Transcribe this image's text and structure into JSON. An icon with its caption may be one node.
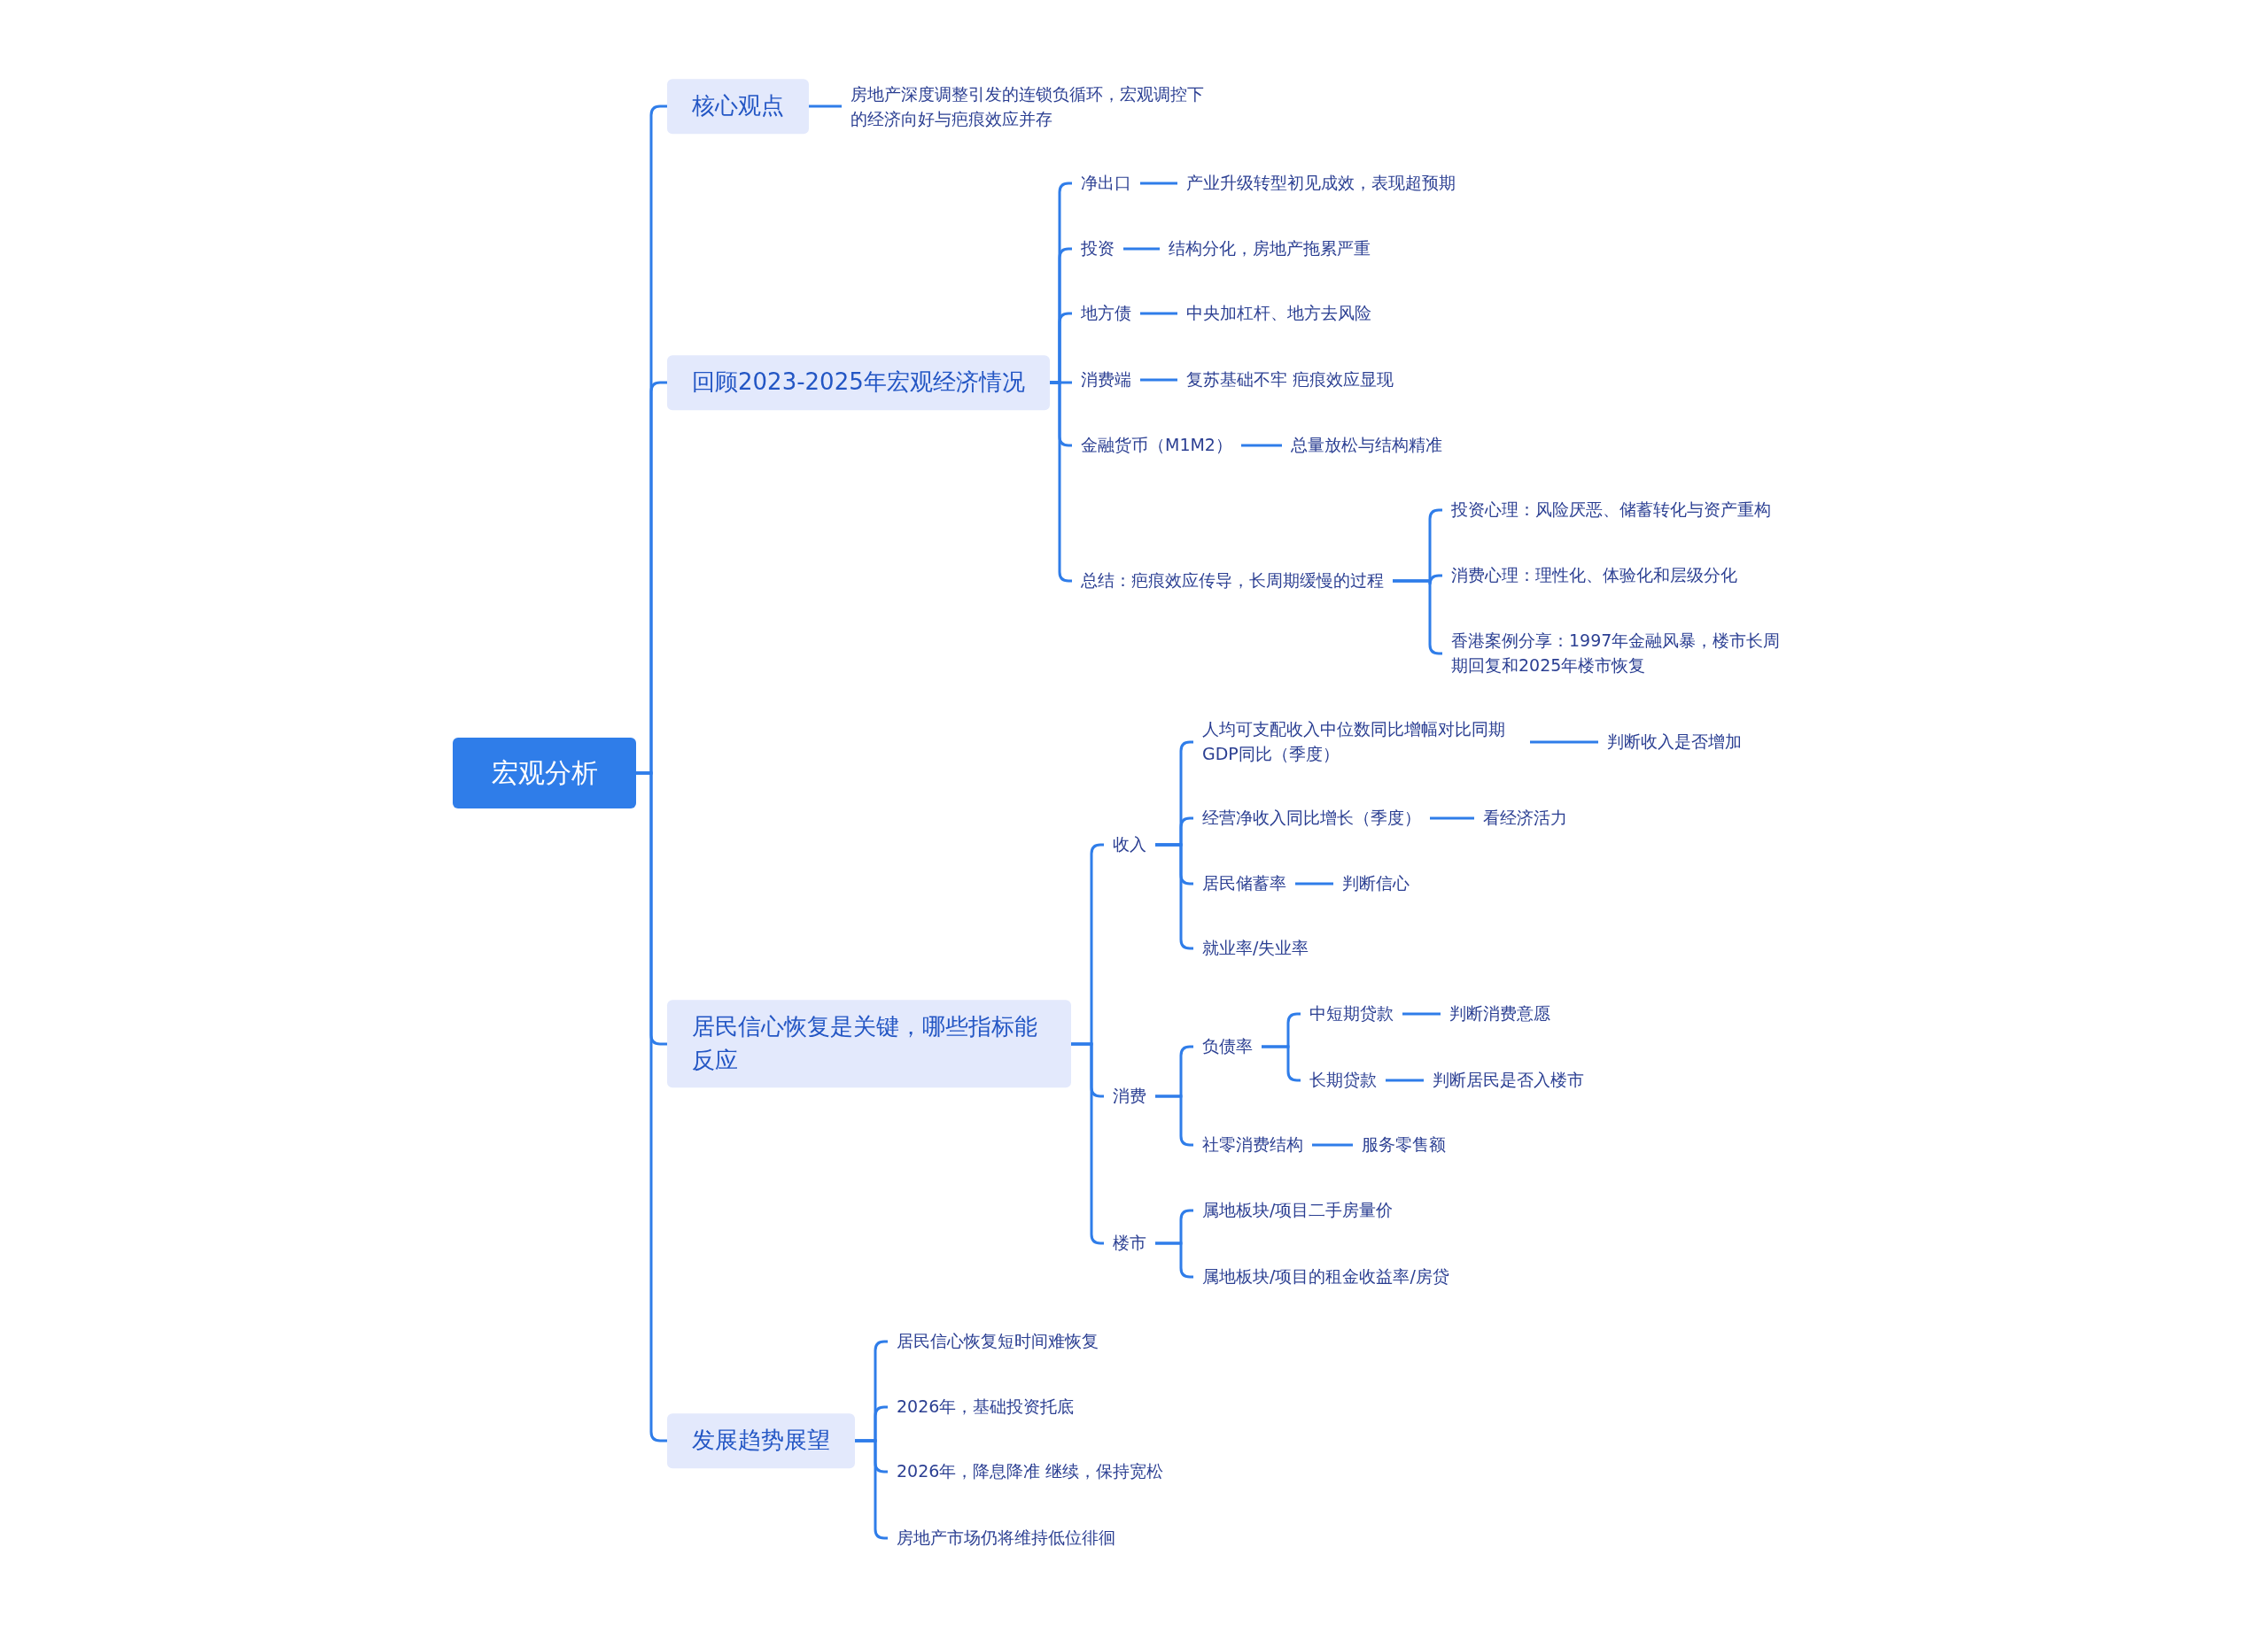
{
  "diagram": {
    "nodes": [
      {
        "text": [
          "宏观分析"
        ]
      },
      {
        "text": [
          "核心观点"
        ]
      },
      {
        "text": [
          "房地产深度调整引发的连锁负循环，宏观调控下的经济向好与疤痕效应并存"
        ]
      },
      {
        "text": [
          "回顾2023-2025年宏观经济情况"
        ]
      },
      {
        "text": [
          "净出口"
        ]
      },
      {
        "text": [
          "产业升级转型初见成效，表现超预期"
        ]
      },
      {
        "text": [
          "投资"
        ]
      },
      {
        "text": [
          "结构分化，房地产拖累严重"
        ]
      },
      {
        "text": [
          "地方债"
        ]
      },
      {
        "text": [
          "中央加杠杆、地方去风险"
        ]
      },
      {
        "text": [
          "消费端"
        ]
      },
      {
        "text": [
          "复苏基础不牢 疤痕效应显现"
        ]
      },
      {
        "text": [
          "金融货币（M1M2）"
        ]
      },
      {
        "text": [
          "总量放松与结构精准"
        ]
      },
      {
        "text": [
          "总结：疤痕效应传导，长周期缓慢的过程"
        ]
      },
      {
        "text": [
          "投资心理：风险厌恶、储蓄转化与资产重构"
        ]
      },
      {
        "text": [
          "消费心理：理性化、体验化和层级分化"
        ]
      },
      {
        "text": [
          "香港案例分享：1997年金融风暴，楼市长周期回复和2025年楼市恢复"
        ]
      },
      {
        "text": [
          "居民信心恢复是关键，哪些指标能反应"
        ]
      },
      {
        "text": [
          "收入"
        ]
      },
      {
        "text": [
          "人均可支配收入中位数同比增幅对比同期GDP同比（季度）"
        ]
      },
      {
        "text": [
          "判断收入是否增加"
        ]
      },
      {
        "text": [
          "经营净收入同比增长（季度）"
        ]
      },
      {
        "text": [
          "看经济活力"
        ]
      },
      {
        "text": [
          "居民储蓄率"
        ]
      },
      {
        "text": [
          "判断信心"
        ]
      },
      {
        "text": [
          "就业率/失业率"
        ]
      },
      {
        "text": [
          "消费"
        ]
      },
      {
        "text": [
          "负债率"
        ]
      },
      {
        "text": [
          "中短期贷款"
        ]
      },
      {
        "text": [
          "判断消费意愿"
        ]
      },
      {
        "text": [
          "长期贷款"
        ]
      },
      {
        "text": [
          "判断居民是否入楼市"
        ]
      },
      {
        "text": [
          "社零消费结构"
        ]
      },
      {
        "text": [
          "服务零售额"
        ]
      },
      {
        "text": [
          "楼市"
        ]
      },
      {
        "text": [
          "属地板块/项目二手房量价"
        ]
      },
      {
        "text": [
          "属地板块/项目的租金收益率/房贷"
        ]
      },
      {
        "text": [
          "发展趋势展望"
        ]
      },
      {
        "text": [
          "居民信心恢复短时间难恢复"
        ]
      },
      {
        "text": [
          "2026年，基础投资托底"
        ]
      },
      {
        "text": [
          "2026年，降息降准 继续，保持宽松"
        ]
      },
      {
        "text": [
          "房地产市场仍将维持低位徘徊"
        ]
      }
    ],
    "edges": [
      {
        "from": 0,
        "to": 1,
        "arrow": "none"
      },
      {
        "from": 1,
        "to": 2,
        "arrow": "none"
      },
      {
        "from": 0,
        "to": 3,
        "arrow": "none"
      },
      {
        "from": 3,
        "to": 4,
        "arrow": "none"
      },
      {
        "from": 4,
        "to": 5,
        "arrow": "none"
      },
      {
        "from": 3,
        "to": 6,
        "arrow": "none"
      },
      {
        "from": 6,
        "to": 7,
        "arrow": "none"
      },
      {
        "from": 3,
        "to": 8,
        "arrow": "none"
      },
      {
        "from": 8,
        "to": 9,
        "arrow": "none"
      },
      {
        "from": 3,
        "to": 10,
        "arrow": "none"
      },
      {
        "from": 10,
        "to": 11,
        "arrow": "none"
      },
      {
        "from": 3,
        "to": 12,
        "arrow": "none"
      },
      {
        "from": 12,
        "to": 13,
        "arrow": "none"
      },
      {
        "from": 3,
        "to": 14,
        "arrow": "none"
      },
      {
        "from": 14,
        "to": 15,
        "arrow": "none"
      },
      {
        "from": 14,
        "to": 16,
        "arrow": "none"
      },
      {
        "from": 14,
        "to": 17,
        "arrow": "none"
      },
      {
        "from": 0,
        "to": 18,
        "arrow": "none"
      },
      {
        "from": 18,
        "to": 19,
        "arrow": "none"
      },
      {
        "from": 19,
        "to": 20,
        "arrow": "none"
      },
      {
        "from": 20,
        "to": 21,
        "arrow": "none"
      },
      {
        "from": 19,
        "to": 22,
        "arrow": "none"
      },
      {
        "from": 22,
        "to": 23,
        "arrow": "none"
      },
      {
        "from": 19,
        "to": 24,
        "arrow": "none"
      },
      {
        "from": 24,
        "to": 25,
        "arrow": "none"
      },
      {
        "from": 19,
        "to": 26,
        "arrow": "none"
      },
      {
        "from": 18,
        "to": 27,
        "arrow": "none"
      },
      {
        "from": 27,
        "to": 28,
        "arrow": "none"
      },
      {
        "from": 28,
        "to": 29,
        "arrow": "none"
      },
      {
        "from": 29,
        "to": 30,
        "arrow": "none"
      },
      {
        "from": 28,
        "to": 31,
        "arrow": "none"
      },
      {
        "from": 31,
        "to": 32,
        "arrow": "none"
      },
      {
        "from": 27,
        "to": 33,
        "arrow": "none"
      },
      {
        "from": 33,
        "to": 34,
        "arrow": "none"
      },
      {
        "from": 18,
        "to": 35,
        "arrow": "none"
      },
      {
        "from": 35,
        "to": 36,
        "arrow": "none"
      },
      {
        "from": 35,
        "to": 37,
        "arrow": "none"
      },
      {
        "from": 0,
        "to": 38,
        "arrow": "none"
      },
      {
        "from": 38,
        "to": 39,
        "arrow": "none"
      },
      {
        "from": 38,
        "to": 40,
        "arrow": "none"
      },
      {
        "from": 38,
        "to": 41,
        "arrow": "none"
      },
      {
        "from": 38,
        "to": 42,
        "arrow": "none"
      }
    ]
  }
}
